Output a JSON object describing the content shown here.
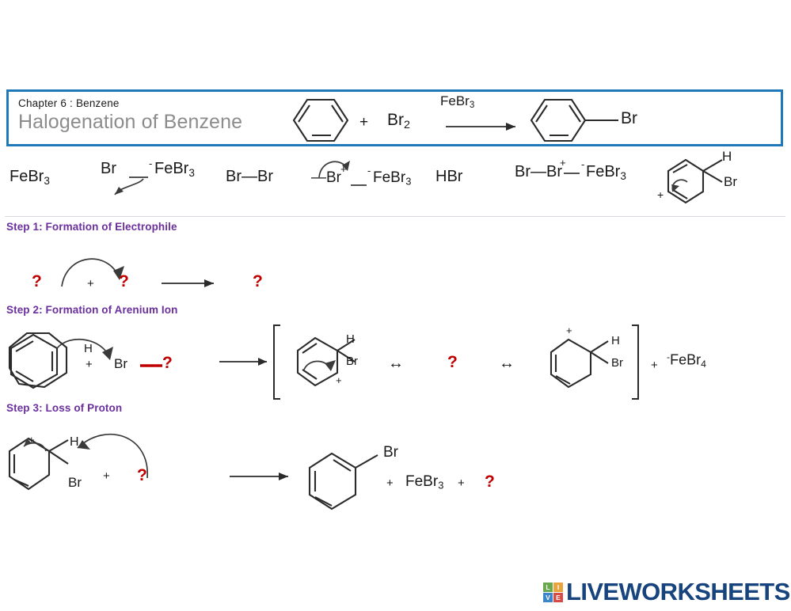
{
  "banner": {
    "chapter": "Chapter 6 : Benzene",
    "title": "Halogenation of Benzene",
    "equation": {
      "reactant_ring": "benzene-ring",
      "plus": "+",
      "reagent": "Br",
      "reagent_sub": "2",
      "catalyst": "FeBr",
      "catalyst_sub": "3",
      "product_ring": "benzene-ring",
      "product_substituent": "Br"
    },
    "border_color": "#1f79b8",
    "title_color": "#8c8c8c"
  },
  "token_bank": {
    "tokens": [
      {
        "id": "febr3",
        "main": "FeBr",
        "sub": "3"
      },
      {
        "id": "br-febr3-minus",
        "left": "Br",
        "bond": "—",
        "charge": "-",
        "main": "FeBr",
        "sub": "3"
      },
      {
        "id": "br-br",
        "text": "Br—Br"
      },
      {
        "id": "br-plus-febr3-minus",
        "left": "—Br",
        "charge_plus": "+",
        "bond": "—",
        "charge_minus": "-",
        "main": "FeBr",
        "sub": "3"
      },
      {
        "id": "hbr",
        "text": "HBr"
      },
      {
        "id": "br-br-plus-febr3-minus",
        "left": "Br—Br",
        "charge_plus": "+",
        "bond": "—",
        "charge_minus": "-",
        "main": "FeBr",
        "sub": "3"
      },
      {
        "id": "arenium-ion",
        "label": "arenium-ion-structure",
        "h": "H",
        "br": "Br",
        "charge": "+"
      }
    ]
  },
  "steps": [
    {
      "id": "step1",
      "heading": "Step 1: Formation of Electrophile",
      "plus": "+",
      "blanks": [
        "?",
        "?",
        "?"
      ]
    },
    {
      "id": "step2",
      "heading": "Step 2: Formation of Arenium Ion",
      "plus": "+",
      "h_label": "H",
      "br_label": "Br",
      "blanks": [
        "?",
        "?"
      ],
      "resonance": {
        "left": {
          "h": "H",
          "br": "Br",
          "charge": "+"
        },
        "right": {
          "h": "H",
          "br": "Br",
          "charge": "+"
        },
        "resonance_arrow": "↔"
      },
      "counterion": {
        "charge": "-",
        "main": "FeBr",
        "sub": "4"
      },
      "counterion_plus": "+"
    },
    {
      "id": "step3",
      "heading": "Step 3: Loss of Proton",
      "plus": "+",
      "h_label": "H",
      "br_label": "Br",
      "charge": "+",
      "blanks": [
        "?",
        "?"
      ],
      "product": {
        "ring": "benzene-ring",
        "substituent": "Br",
        "plus1": "+",
        "byproduct": "FeBr",
        "byproduct_sub": "3",
        "plus2": "+"
      }
    }
  ],
  "colors": {
    "blank_red": "#c00000",
    "heading_purple": "#6b2f9e",
    "banner_blue": "#1f79b8",
    "logo_navy": "#18447e",
    "tile_green": "#6aa84f",
    "tile_orange": "#e8a33d",
    "tile_blue": "#3d85c8",
    "tile_red": "#d64b45"
  },
  "footer": {
    "logo_word": "LIVEWORKSHEETS",
    "tiles": [
      {
        "letter": "L",
        "color": "#6aa84f"
      },
      {
        "letter": "I",
        "color": "#e8a33d"
      },
      {
        "letter": "V",
        "color": "#3d85c8"
      },
      {
        "letter": "E",
        "color": "#d64b45"
      }
    ]
  }
}
